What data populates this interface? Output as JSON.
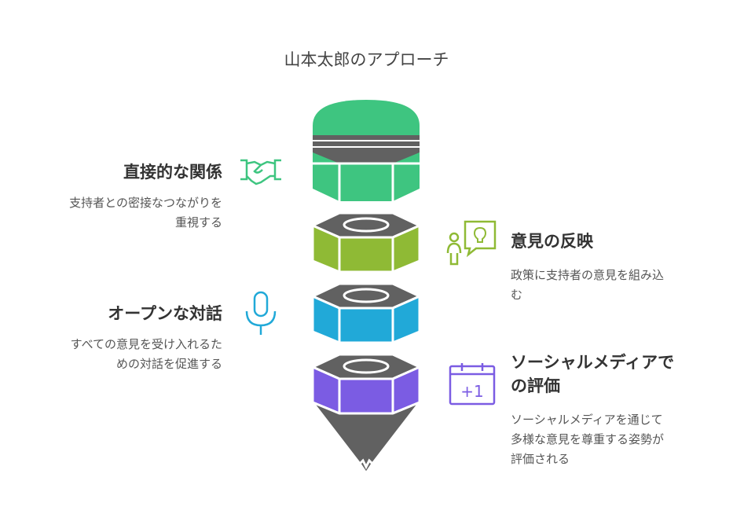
{
  "title": "山本太郎のアプローチ",
  "colors": {
    "green": "#3ec580",
    "olive": "#8fba35",
    "blue": "#21a9d8",
    "purple": "#7b5ce3",
    "gray": "#616161"
  },
  "items": [
    {
      "heading": "直接的な関係",
      "desc1": "支持者との密接なつながりを",
      "desc2": "重視する",
      "icon": "handshake-icon"
    },
    {
      "heading": "意見の反映",
      "desc1": "政策に支持者の意見を組み込",
      "desc2": "む",
      "icon": "person-idea-icon"
    },
    {
      "heading": "オープンな対話",
      "desc1": "すべての意見を受け入れるた",
      "desc2": "めの対話を促進する",
      "icon": "microphone-icon"
    },
    {
      "heading1": "ソーシャルメディアで",
      "heading2": "の評価",
      "desc1": "ソーシャルメディアを通じて",
      "desc2": "多様な意見を尊重する姿勢が",
      "desc3": "評価される",
      "icon": "calendar-plus-one-icon",
      "icon_text": "+1"
    }
  ]
}
